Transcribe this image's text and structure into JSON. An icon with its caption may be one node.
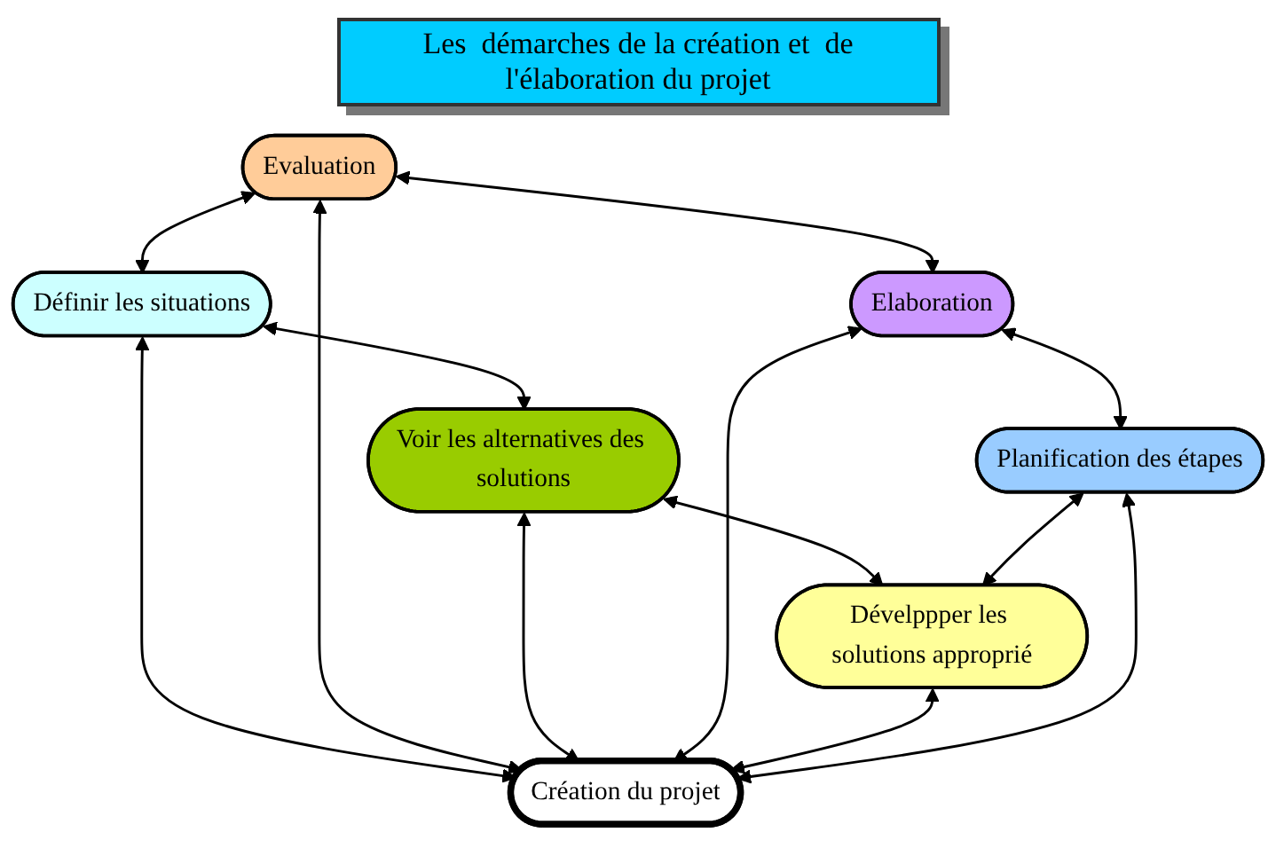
{
  "diagram": {
    "title": "Les  démarches de la création et  de l'élaboration du projet",
    "nodes": [
      {
        "text": [
          "Définir les situations"
        ]
      },
      {
        "text": [
          "Evaluation"
        ]
      },
      {
        "text": [
          "Voir les alternatives des solutions"
        ]
      },
      {
        "text": [
          "Création du projet"
        ]
      },
      {
        "text": [
          "Elaboration"
        ]
      },
      {
        "text": [
          "Dévelppper les solutions approprié"
        ]
      },
      {
        "text": [
          "Planification des étapes"
        ]
      }
    ],
    "edges": [
      {
        "from": 1,
        "to": 0,
        "arrow": "both"
      },
      {
        "from": 0,
        "to": 2,
        "arrow": "both"
      },
      {
        "from": 0,
        "to": 3,
        "arrow": "both"
      },
      {
        "from": 1,
        "to": 3,
        "arrow": "both"
      },
      {
        "from": 2,
        "to": 3,
        "arrow": "both"
      },
      {
        "from": 1,
        "to": 4,
        "arrow": "both"
      },
      {
        "from": 2,
        "to": 5,
        "arrow": "both"
      },
      {
        "from": 4,
        "to": 3,
        "arrow": "both"
      },
      {
        "from": 5,
        "to": 3,
        "arrow": "both"
      },
      {
        "from": 6,
        "to": 3,
        "arrow": "both"
      },
      {
        "from": 4,
        "to": 6,
        "arrow": "both"
      },
      {
        "from": 6,
        "to": 5,
        "arrow": "both"
      }
    ]
  }
}
